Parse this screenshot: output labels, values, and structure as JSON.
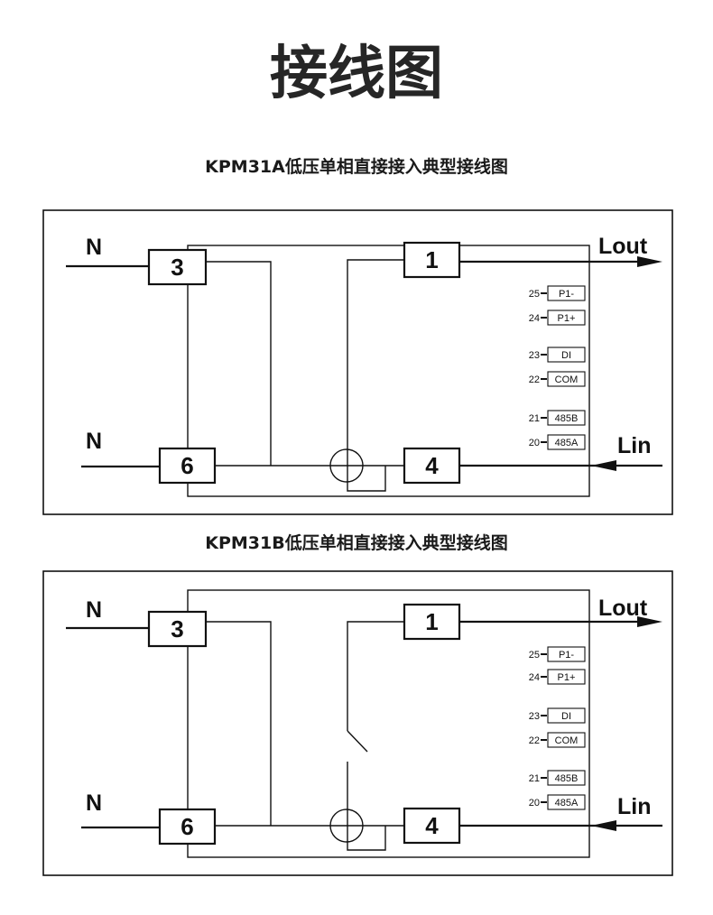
{
  "page": {
    "title": "接线图"
  },
  "diagrams": [
    {
      "title": "KPM31A低压单相直接接入典型接线图",
      "labels": {
        "n_top": "N",
        "n_bottom": "N",
        "lout": "Lout",
        "lin": "Lin"
      },
      "terminals": [
        "3",
        "6",
        "1",
        "4"
      ],
      "signals": [
        {
          "pin": "25",
          "name": "P1-"
        },
        {
          "pin": "24",
          "name": "P1+"
        },
        {
          "pin": "23",
          "name": "DI"
        },
        {
          "pin": "22",
          "name": "COM"
        },
        {
          "pin": "21",
          "name": "485B"
        },
        {
          "pin": "20",
          "name": "485A"
        }
      ]
    },
    {
      "title": "KPM31B低压单相直接接入典型接线图",
      "labels": {
        "n_top": "N",
        "n_bottom": "N",
        "lout": "Lout",
        "lin": "Lin"
      },
      "terminals": [
        "3",
        "6",
        "1",
        "4"
      ],
      "signals": [
        {
          "pin": "25",
          "name": "P1-"
        },
        {
          "pin": "24",
          "name": "P1+"
        },
        {
          "pin": "23",
          "name": "DI"
        },
        {
          "pin": "22",
          "name": "COM"
        },
        {
          "pin": "21",
          "name": "485B"
        },
        {
          "pin": "20",
          "name": "485A"
        }
      ]
    }
  ]
}
